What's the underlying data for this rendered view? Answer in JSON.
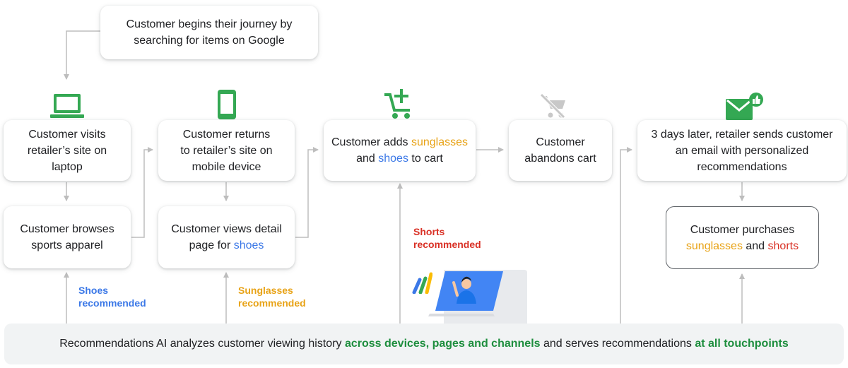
{
  "colors": {
    "green": "#34a853",
    "blue": "#3b78e7",
    "yellow": "#e8a317",
    "red": "#d93025",
    "arrow": "#bdbdbd",
    "banner_bg": "#f1f3f4"
  },
  "icons": [
    "laptop-icon",
    "mobile-phone-icon",
    "add-to-cart-icon",
    "remove-from-cart-icon",
    "email-like-icon",
    "recommendations-ai-logo-icon",
    "video-call-illustration-icon"
  ],
  "boxes": {
    "start": {
      "line1": "Customer begins their journey by",
      "line2": "searching for items on Google"
    },
    "visits_laptop": {
      "line1": "Customer visits",
      "line2": "retailer’s site on laptop"
    },
    "returns_mobile": {
      "line1": "Customer returns",
      "line2": "to retailer’s site on",
      "line3": "mobile device"
    },
    "adds_cart": {
      "p1": "Customer adds ",
      "sunglasses": "sunglasses",
      "p2": "and ",
      "shoes": "shoes",
      "p3": " to cart"
    },
    "abandons": {
      "line1": "Customer",
      "line2": "abandons cart"
    },
    "email": {
      "line1": "3 days later, retailer sends customer",
      "line2a": "an email with ",
      "line2b": "personalized",
      "line3": "recommendations"
    },
    "browses": {
      "line1": "Customer browses",
      "line2": "sports apparel"
    },
    "views_detail": {
      "line1": "Customer views detail",
      "p2": "page for ",
      "shoes": "shoes"
    },
    "purchases": {
      "line1": "Customer purchases",
      "sunglasses": "sunglasses",
      "and": " and ",
      "shorts": "shorts"
    }
  },
  "notes": {
    "shoes": {
      "line1": "Shoes",
      "line2": "recommended"
    },
    "sunglasses": {
      "line1": "Sunglasses",
      "line2": "recommended"
    },
    "shorts": {
      "line1": "Shorts",
      "line2": "recommended"
    }
  },
  "banner": {
    "p1": "Recommendations AI analyzes customer viewing history ",
    "g1": "across devices, pages and channels",
    "p2": " and serves recommendations ",
    "g2": "at all touchpoints"
  }
}
